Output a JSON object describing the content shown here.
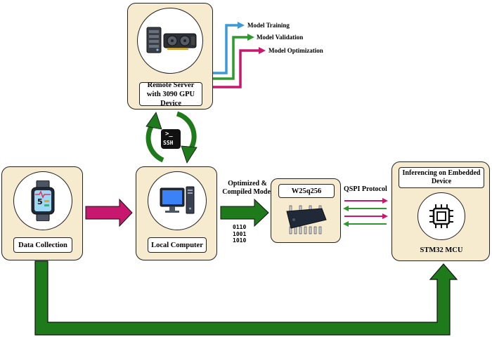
{
  "remote_server": {
    "label": "Remote Server with 3090 GPU Device"
  },
  "outputs": [
    "Model Training",
    "Model Validation",
    "Model Optimization"
  ],
  "ssh": {
    "label": "SSH"
  },
  "data_collection": {
    "label": "Data Collection",
    "watch_digit": "5"
  },
  "local_computer": {
    "label": "Local Computer"
  },
  "transfer": {
    "label_line1": "Optimized &",
    "label_line2": "Compiled Model",
    "binary": "0110\n1001\n1010"
  },
  "flash": {
    "label": "W25q256"
  },
  "qspi": {
    "label": "QSPI Protocol"
  },
  "embedded": {
    "title": "Inferencing on Embedded Device",
    "mcu_label": "STM32 MCU"
  },
  "colors": {
    "panel": "#f7ebcf",
    "flow_green": "#1e7a1a",
    "flow_pink": "#c8176e",
    "training_blue": "#3a9ad9",
    "validation_green": "#2e9a2e",
    "optimization_pink": "#c8176e"
  }
}
